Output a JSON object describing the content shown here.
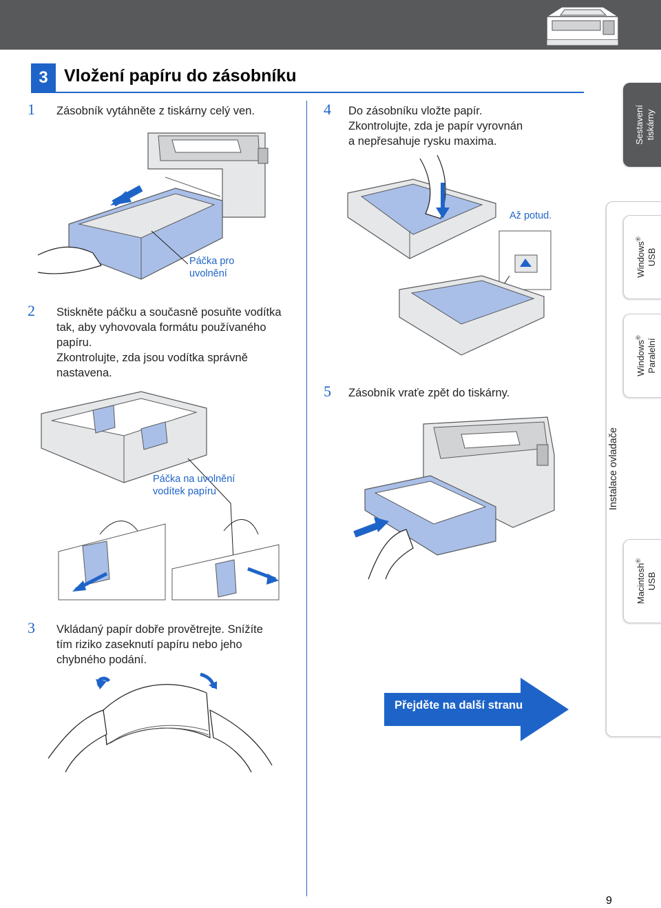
{
  "section": {
    "number": "3",
    "title": "Vložení papíru do zásobníku"
  },
  "steps": [
    {
      "number": "1",
      "text": "Zásobník vytáhněte z tiskárny celý ven."
    },
    {
      "number": "2",
      "lines": [
        "Stiskněte páčku a současně posuňte vodítka",
        "tak, aby vyhovovala formátu používaného",
        "papíru.",
        "Zkontrolujte, zda jsou vodítka správně",
        "nastavena."
      ]
    },
    {
      "number": "3",
      "lines": [
        "Vkládaný papír dobře provětrejte. Snížíte",
        "tím riziko zaseknutí papíru nebo jeho",
        "chybného podání."
      ]
    },
    {
      "number": "4",
      "lines": [
        "Do zásobníku vložte papír.",
        "Zkontrolujte, zda je papír vyrovnán",
        "a nepřesahuje rysku maxima."
      ]
    },
    {
      "number": "5",
      "text": "Zásobník vraťe zpět do tiskárny."
    }
  ],
  "callouts": {
    "release_lever": [
      "Páčka pro",
      "uvolnění"
    ],
    "guide_release_lever": [
      "Páčka na uvolnění",
      "vodítek papíru"
    ],
    "up_to_here": "Až potud."
  },
  "side_tabs": [
    {
      "line1": "Sestavení",
      "line2": "tiskárny",
      "active": true
    },
    {
      "line1": "Windows",
      "line2": "USB",
      "sup": "®"
    },
    {
      "line1": "Windows",
      "line2": "Paralelní",
      "sup": "®"
    },
    {
      "line1": "Macintosh",
      "line2": "USB",
      "sup": "®"
    }
  ],
  "side_group_label": "Instalace ovladače",
  "next_page": "Přejděte na další stranu",
  "page_number": "9",
  "colors": {
    "accent": "#1e64c8",
    "header_bar": "#58595b",
    "tray_fill": "#a9bfe8",
    "text": "#231f20"
  }
}
